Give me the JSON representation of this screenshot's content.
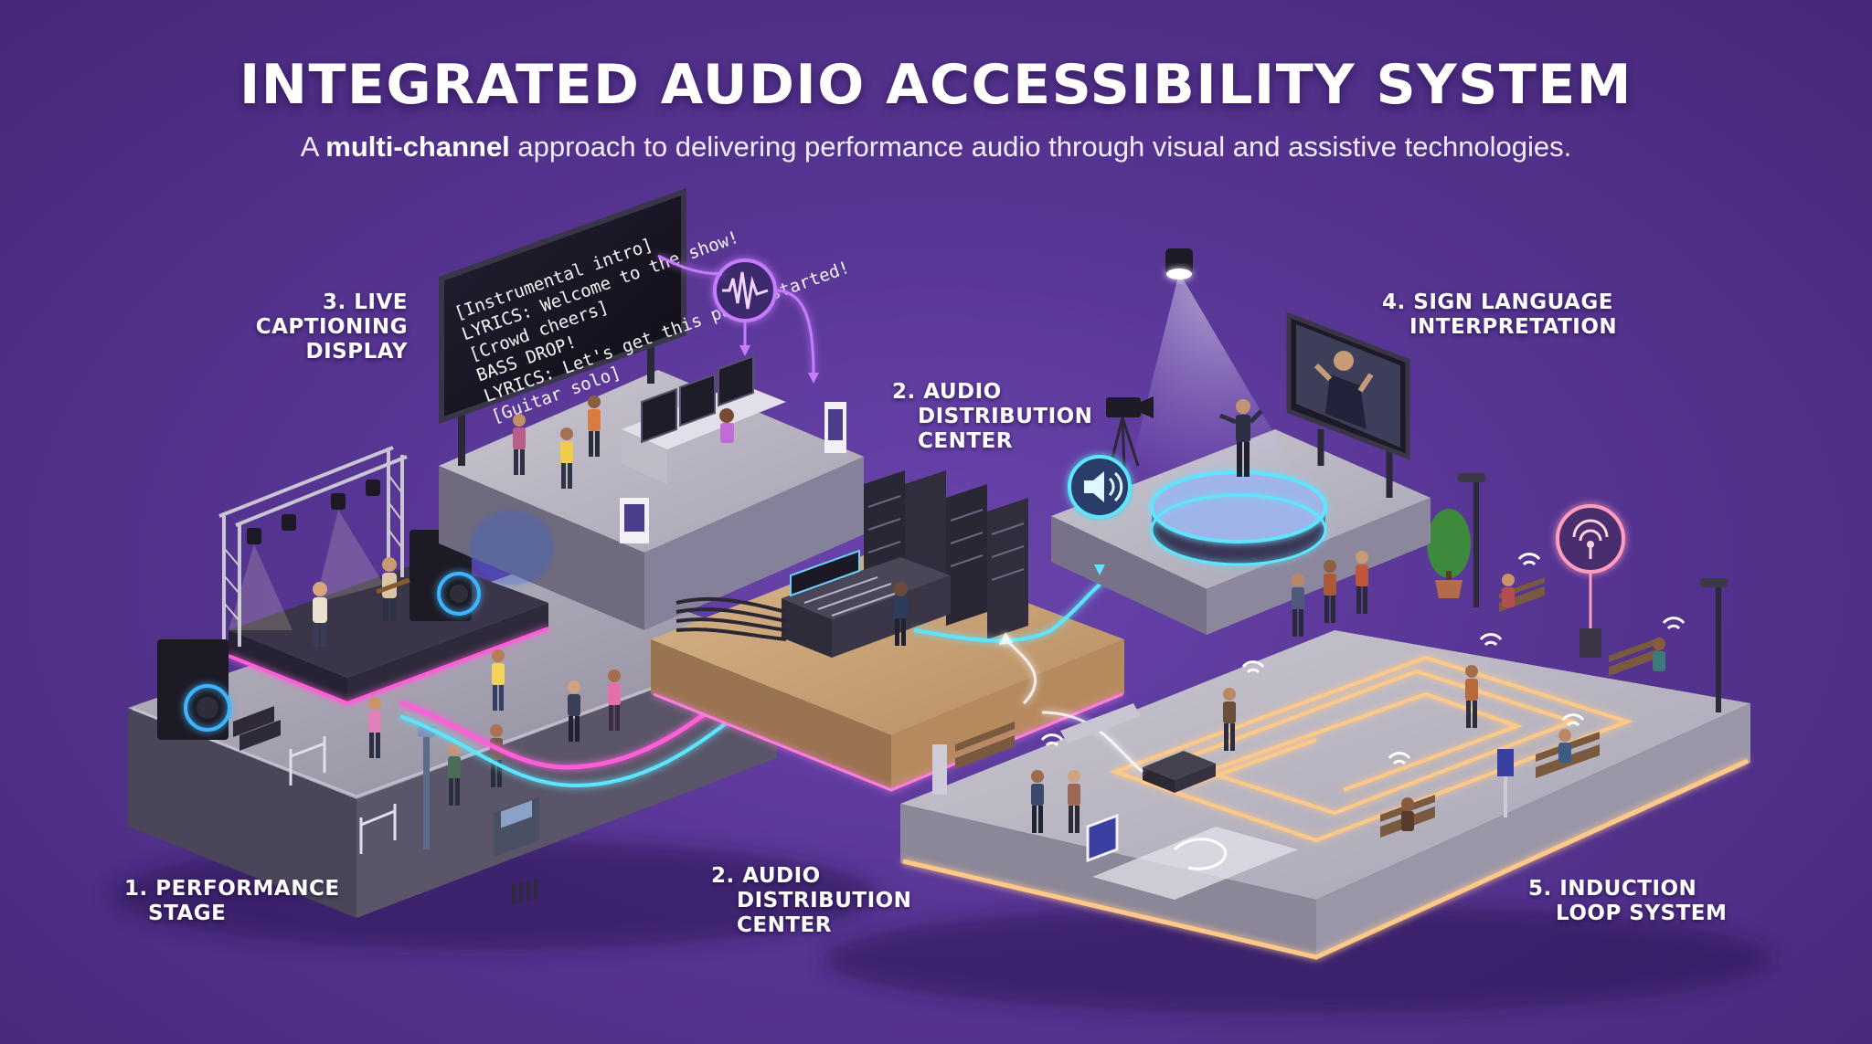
{
  "header": {
    "title": "INTEGRATED AUDIO ACCESSIBILITY SYSTEM",
    "subtitle_prefix": "A ",
    "subtitle_bold": "multi-channel",
    "subtitle_suffix": " approach to delivering performance audio through visual and assistive technologies."
  },
  "labels": {
    "live_captioning": [
      "3. LIVE",
      "CAPTIONING",
      "DISPLAY"
    ],
    "audio_distribution_top": [
      "2. AUDIO",
      "DISTRIBUTION",
      "CENTER"
    ],
    "sign_language": [
      "4. SIGN LANGUAGE",
      "INTERPRETATION"
    ],
    "performance_stage": [
      "1. PERFORMANCE",
      "STAGE"
    ],
    "audio_distribution_bottom": [
      "2. AUDIO",
      "DISTRIBUTION",
      "CENTER"
    ],
    "induction_loop": [
      "5. INDUCTION",
      "LOOP SYSTEM"
    ]
  },
  "caption_screen": {
    "lines": [
      "[Instrumental intro]",
      "LYRICS: Welcome to the show!",
      "[Crowd cheers]",
      "BASS DROP!",
      "LYRICS: Let's get this party started!",
      "[Guitar solo]"
    ]
  },
  "colors": {
    "background": "#573593",
    "pink_flow": "#ff5fd8",
    "cyan_flow": "#5fe6ff",
    "loop_glow": "#ffc98a",
    "accent_purple": "#b86bff"
  },
  "icons": [
    "waveform-icon",
    "speaker-icon",
    "hearing-loop-icon",
    "wifi-icon",
    "spotlight-icon",
    "camera-icon",
    "ear-icon"
  ]
}
